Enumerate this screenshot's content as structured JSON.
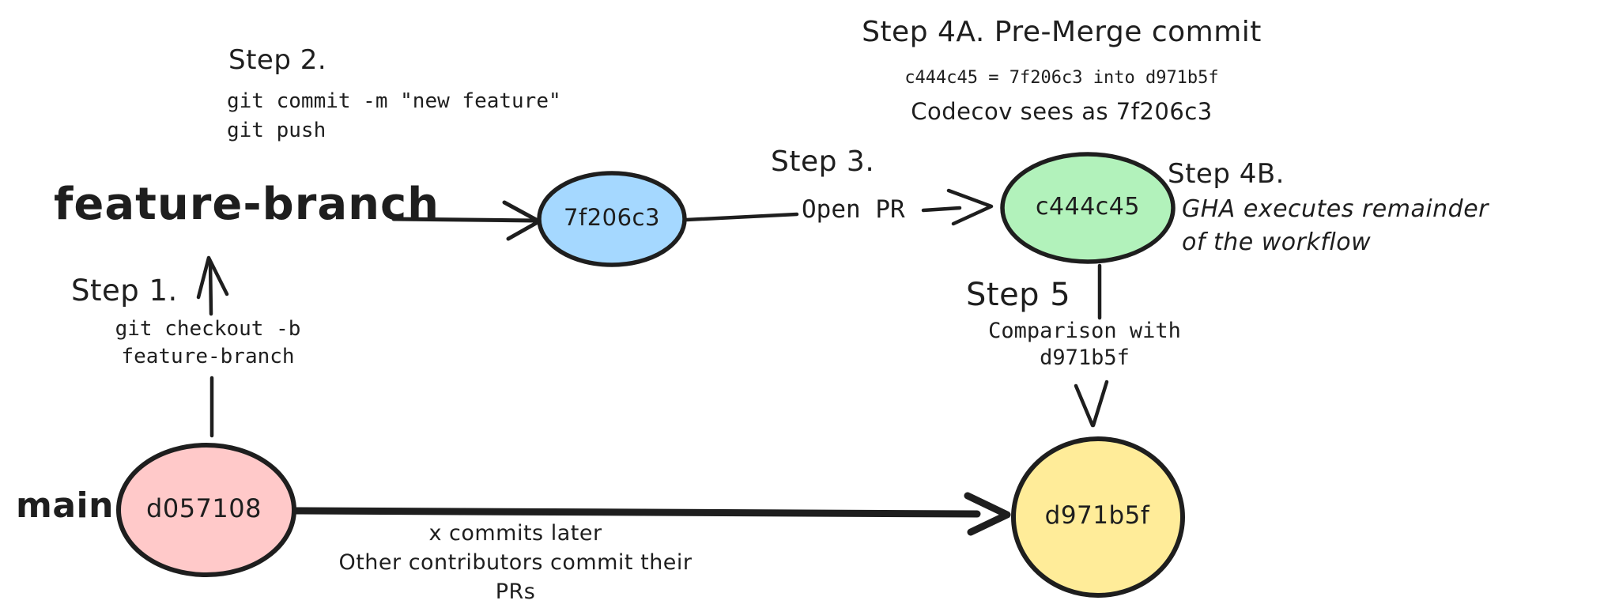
{
  "colors": {
    "stroke": "#1e1e1e",
    "background": "#ffffff",
    "node_blue": "#a5d8ff",
    "node_green": "#b2f2bb",
    "node_red": "#ffc9c9",
    "node_yellow": "#ffec99"
  },
  "branch_labels": {
    "feature": "feature-branch",
    "main": "main"
  },
  "nodes": {
    "feature_commit": {
      "label": "7f206c3",
      "fill": "#a5d8ff"
    },
    "merge_commit": {
      "label": "c444c45",
      "fill": "#b2f2bb"
    },
    "main_old": {
      "label": "d057108",
      "fill": "#ffc9c9"
    },
    "main_head": {
      "label": "d971b5f",
      "fill": "#ffec99"
    }
  },
  "steps": {
    "step1": {
      "title": "Step 1.",
      "code": "git checkout -b\nfeature-branch"
    },
    "step2": {
      "title": "Step 2.",
      "code": "git commit -m \"new feature\"\ngit push"
    },
    "step3": {
      "title": "Step 3.",
      "action": "Open PR"
    },
    "step4a": {
      "title": "Step 4A. Pre-Merge commit",
      "detail": "c444c45 = 7f206c3 into d971b5f",
      "note": "Codecov sees as 7f206c3"
    },
    "step4b": {
      "title": "Step 4B.",
      "note": "GHA executes remainder\nof the workflow"
    },
    "step5": {
      "title": "Step 5",
      "detail": "Comparison with\nd971b5f"
    }
  },
  "annotations": {
    "main_timeline": "x commits later\nOther contributors commit their PRs"
  }
}
